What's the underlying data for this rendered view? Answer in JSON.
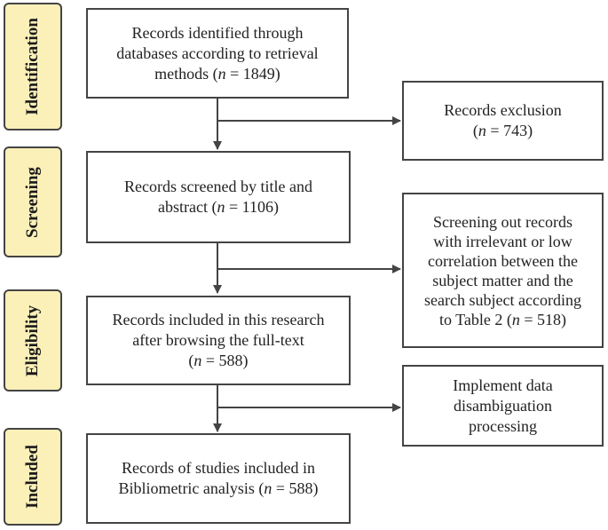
{
  "stages": {
    "identification": "Identification",
    "screening": "Screening",
    "eligibility": "Eligibility",
    "included": "Included"
  },
  "boxes": {
    "identified": {
      "line1": "Records identified through",
      "line2": "databases according to retrieval",
      "line3_pre": "methods  (",
      "n_symbol": "n",
      "line3_post": " = 1849)"
    },
    "exclusion": {
      "line1": "Records exclusion",
      "line2_pre": "(",
      "n_symbol": "n",
      "line2_post": " = 743)"
    },
    "screened": {
      "line1": "Records screened by title and",
      "line2_pre": "abstract (",
      "n_symbol": "n",
      "line2_post": " = 1106)"
    },
    "screening_out": {
      "line1": "Screening out records",
      "line2": "with irrelevant or low",
      "line3": "correlation between the",
      "line4": "subject matter and the",
      "line5": "search subject according",
      "line6_pre": "to Table 2 (",
      "n_symbol": "n",
      "line6_post": " = 518)"
    },
    "included_research": {
      "line1": "Records included in this research",
      "line2": "after browsing the full-text",
      "line3_pre": "(",
      "n_symbol": "n",
      "line3_post": " = 588)"
    },
    "disambiguation": {
      "line1": "Implement data",
      "line2": "disambiguation",
      "line3": "processing"
    },
    "studies_included": {
      "line1": "Records of studies included in",
      "line2_pre": "Bibliometric analysis (",
      "n_symbol": "n",
      "line2_post": " = 588)"
    }
  },
  "colors": {
    "stage_fill": "#fbf0b8",
    "border": "#444444"
  }
}
